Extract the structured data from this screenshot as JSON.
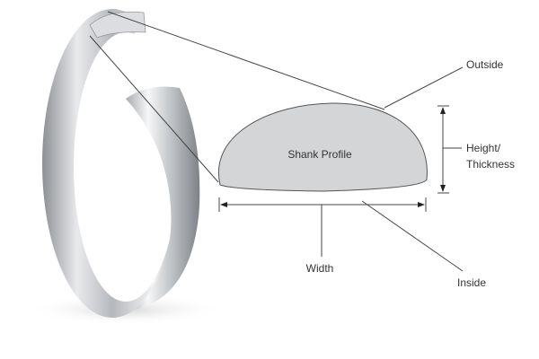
{
  "labels": {
    "shank_profile": "Shank Profile",
    "outside": "Outside",
    "height_line1": "Height/",
    "height_line2": "Thickness",
    "width": "Width",
    "inside": "Inside"
  },
  "colors": {
    "profile_fill": "#d4d5d7",
    "line": "#444444",
    "text": "#333333"
  }
}
